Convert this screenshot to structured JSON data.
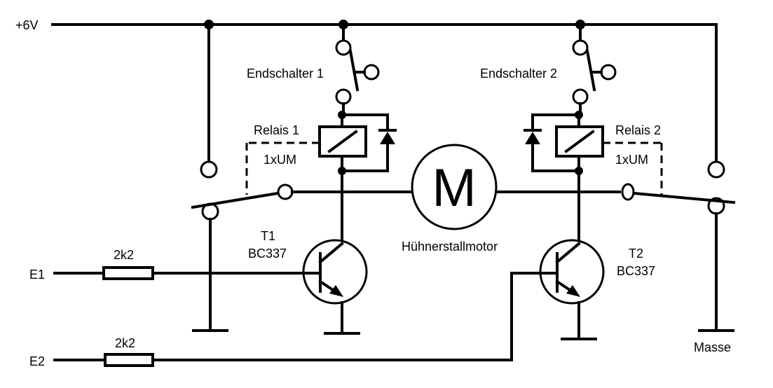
{
  "labels": {
    "supply": "+6V",
    "input1": "E1",
    "input2": "E2",
    "ground": "Masse",
    "limit_switch_1": "Endschalter 1",
    "limit_switch_2": "Endschalter 2",
    "relay_1": "Relais  1",
    "relay_2": "Relais  2",
    "relay_1_type": "1xUM",
    "relay_2_type": "1xUM",
    "motor_symbol": "M",
    "motor_name": "Hühnerstallmotor",
    "transistor_1_name": "T1",
    "transistor_1_type": "BC337",
    "transistor_2_name": "T2",
    "transistor_2_type": "BC337",
    "resistor_1": "2k2",
    "resistor_2": "2k2"
  }
}
